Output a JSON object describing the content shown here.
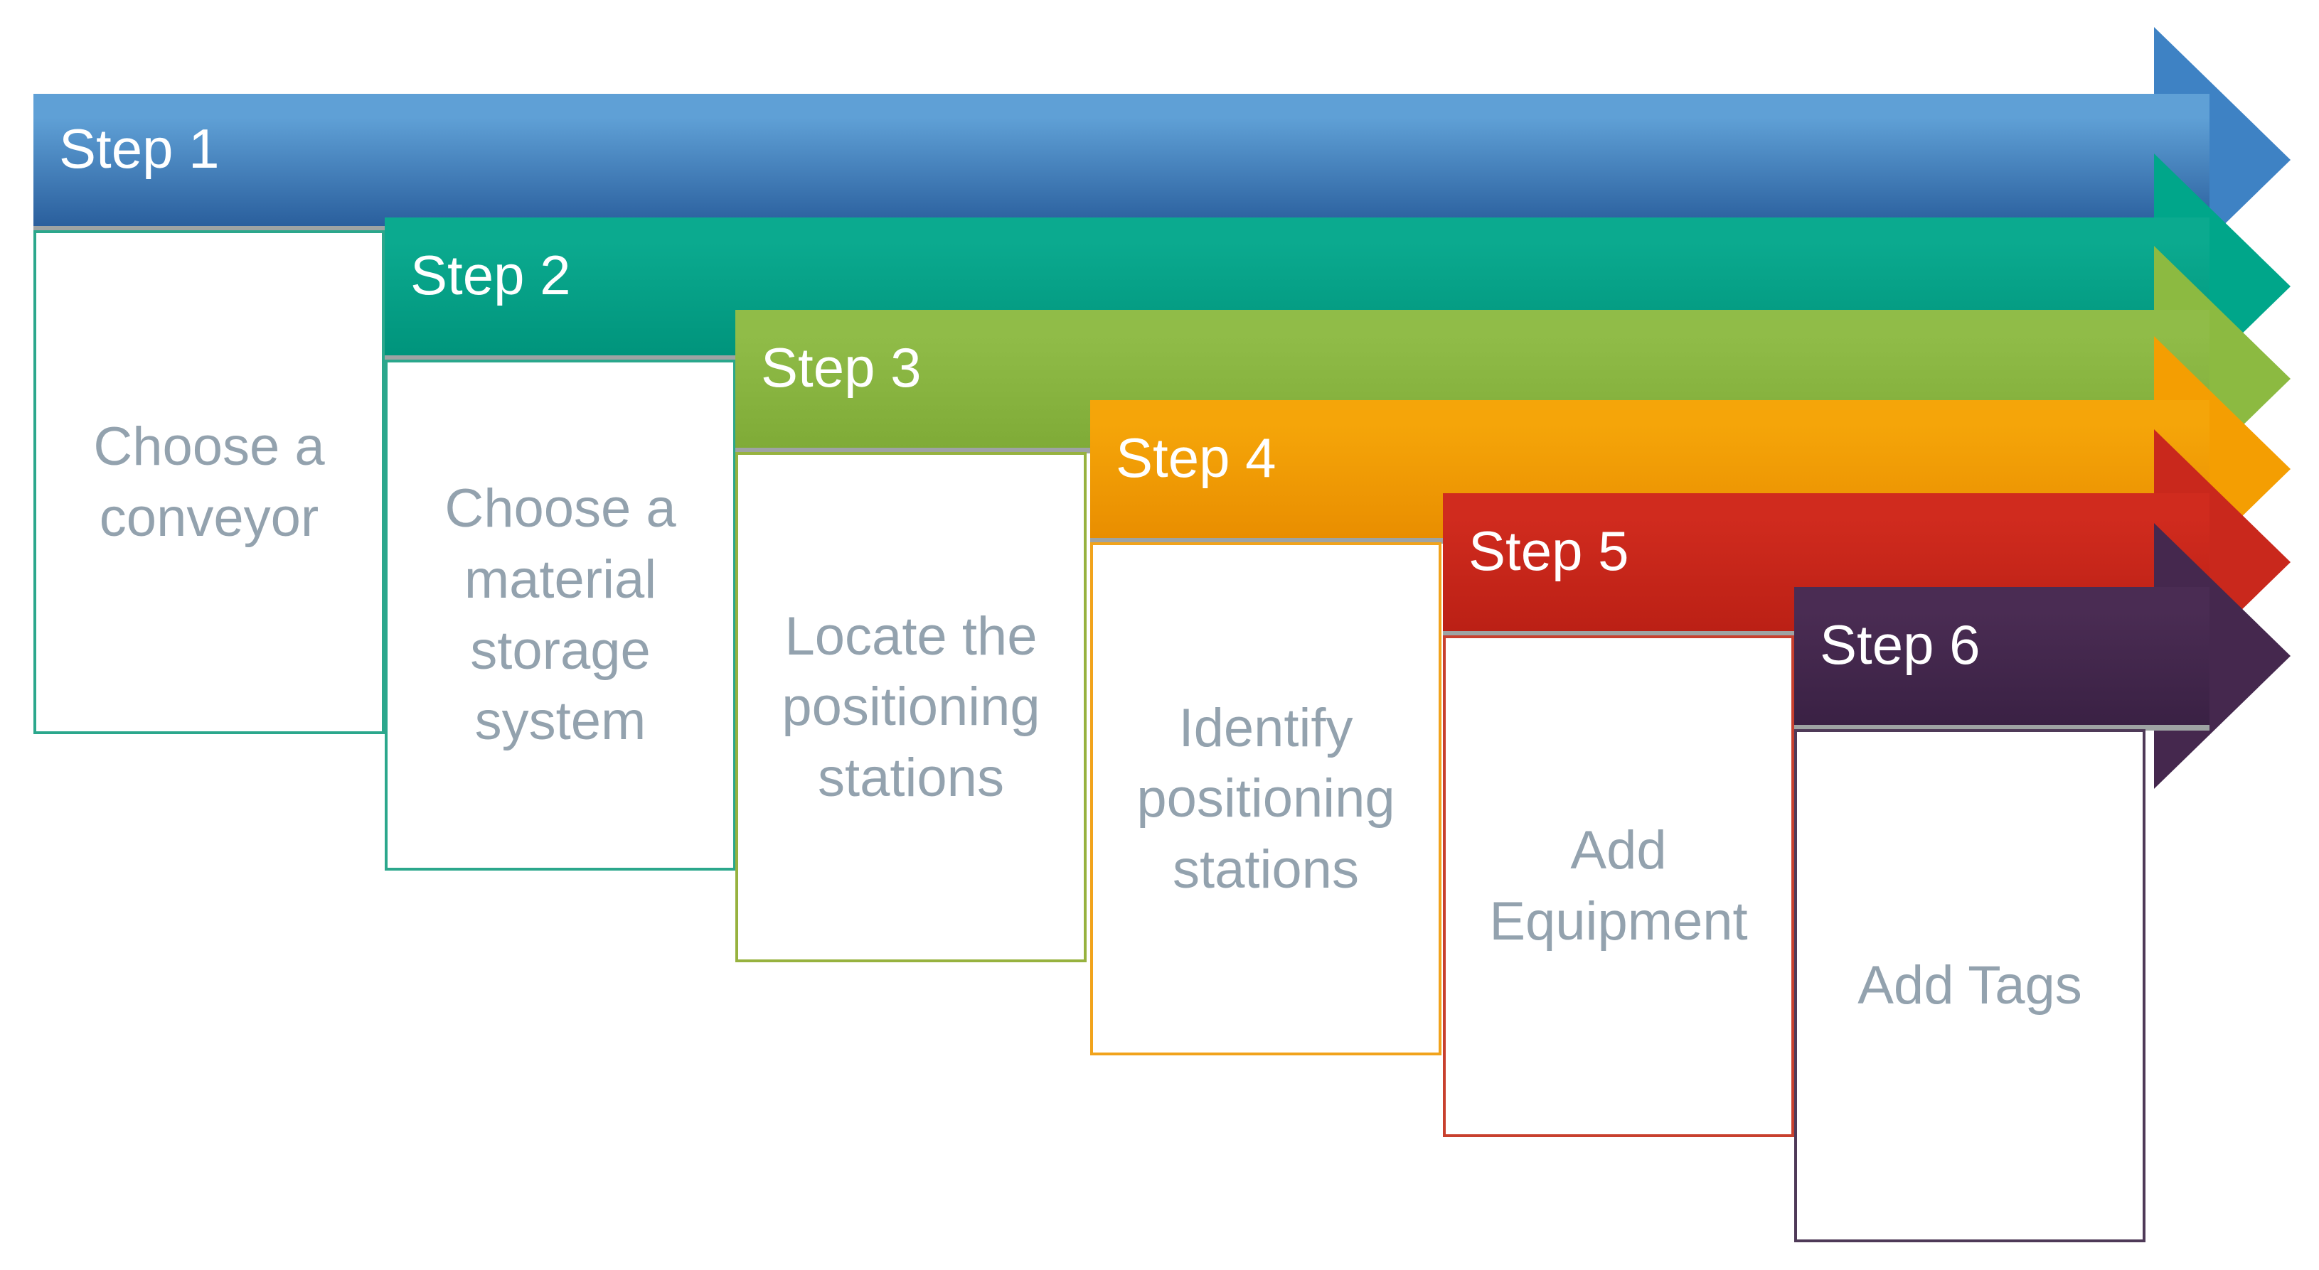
{
  "diagram": {
    "type": "step-down-process",
    "background": "#ffffff",
    "body_text_color": "#93A2AE",
    "label_text_color": "#FFFFFF",
    "underline_color": "#9EA3A3",
    "steps": [
      {
        "label": "Step 1",
        "description": "Choose a\nconveyor",
        "banner_top": "#5FA0D6",
        "banner_bottom": "#2A5F9D",
        "arrow_color": "#3E82C4",
        "box_border": "#2BA78C"
      },
      {
        "label": "Step 2",
        "description": "Choose a\nmaterial\nstorage\nsystem",
        "banner_top": "#0BAA8F",
        "banner_bottom": "#00947C",
        "arrow_color": "#00A68A",
        "box_border": "#2BA78C"
      },
      {
        "label": "Step 3",
        "description": "Locate the\npositioning\nstations",
        "banner_top": "#90BC48",
        "banner_bottom": "#7FAB37",
        "arrow_color": "#8CBA41",
        "box_border": "#97B23F"
      },
      {
        "label": "Step 4",
        "description": "Identify\npositioning\nstations",
        "banner_top": "#F5A509",
        "banner_bottom": "#E98E00",
        "arrow_color": "#F49E02",
        "box_border": "#F1A31C"
      },
      {
        "label": "Step 5",
        "description": "Add\nEquipment",
        "banner_top": "#D02B1E",
        "banner_bottom": "#BB2015",
        "arrow_color": "#C9281C",
        "box_border": "#C8402E"
      },
      {
        "label": "Step 6",
        "description": "Add Tags",
        "banner_top": "#4A2C53",
        "banner_bottom": "#3A2144",
        "arrow_color": "#45284E",
        "box_border": "#4F3A58"
      }
    ]
  }
}
